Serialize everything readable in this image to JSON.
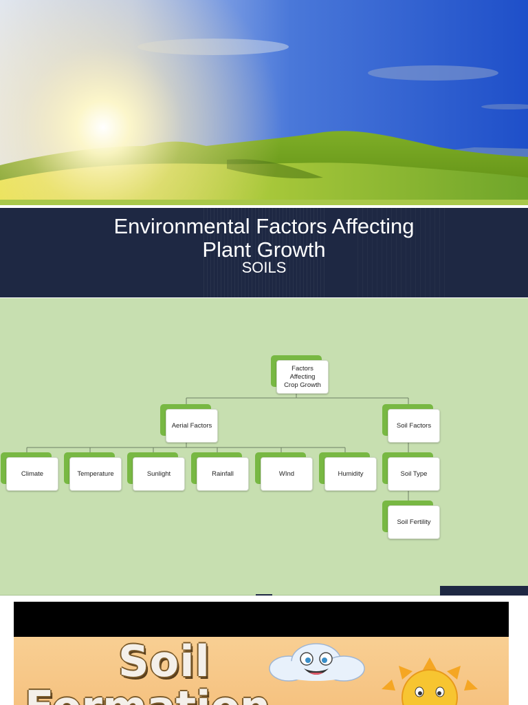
{
  "slide1": {
    "title": "Environmental Factors Affecting\nPlant Growth",
    "subtitle": "SOILS"
  },
  "chart": {
    "root": "Factors\nAffecting\nCrop Growth",
    "aerial": "Aerial Factors",
    "soil": "Soil Factors",
    "aerial_children": [
      "Climate",
      "Temperature",
      "Sunlight",
      "Rainfall",
      "WInd",
      "Humidity"
    ],
    "soil_children": [
      "Soil Type",
      "Soil Fertility"
    ],
    "colors": {
      "accent": "#78b843",
      "background": "#c7dfb0",
      "connector": "#6e7f63"
    }
  },
  "slide3": {
    "line1": "Soil",
    "line2": "Formation"
  },
  "colors": {
    "title_band": "#1e2843",
    "title_text": "#ffffff"
  }
}
